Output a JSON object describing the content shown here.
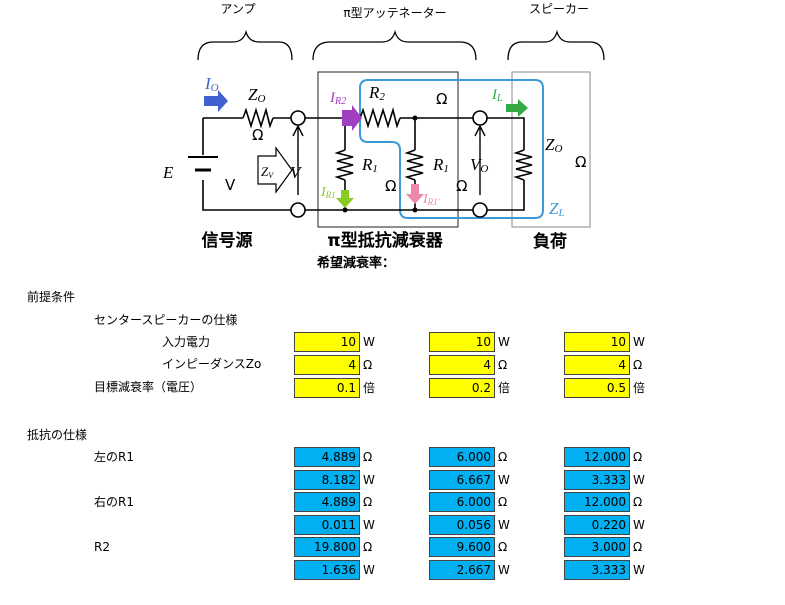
{
  "diagram": {
    "brace_amp": "アンプ",
    "brace_pi": "π型アッテネーター",
    "brace_speaker": "スピーカー",
    "label_Io_main": "I",
    "label_Io_sub": "O",
    "label_Zo_main": "Z",
    "label_Zo_sub": "O",
    "label_omega": "Ω",
    "label_E": "E",
    "label_V_unit": "V",
    "label_Zv_main": "Z",
    "label_Zv_sub": "V",
    "label_V": "V",
    "label_IR2_main": "I",
    "label_IR2_sub": "R2",
    "label_R2_main": "R",
    "label_R2_sub": "2",
    "label_IL_main": "I",
    "label_IL_sub": "L",
    "label_R1_main": "R",
    "label_R1_sub": "1",
    "label_Vo_main": "V",
    "label_Vo_sub": "O",
    "label_IR1_main": "I",
    "label_IR1_sub": "R1",
    "label_IR1p_main": "I",
    "label_IR1p_sub": "R1'",
    "label_ZL_main": "Z",
    "label_ZL_sub": "L",
    "caption_source": "信号源",
    "caption_attenuator": "π型抵抗減衰器",
    "caption_load": "負荷",
    "caption_desired": "希望減衰率：",
    "colors": {
      "purple": "#a040c0",
      "green": "#33aa44",
      "lime": "#88cc22",
      "pink": "#ee88aa",
      "blue_line": "#3b9bd6",
      "navy_arrow": "#4060d0"
    }
  },
  "table": {
    "section_premise": "前提条件",
    "center_speaker_spec": "センタースピーカーの仕様",
    "input_power_label": "入力電力",
    "impedance_label": "インピーダンスZo",
    "target_attenuation_label": "目標減衰率（電圧）",
    "section_resistor": "抵抗の仕様",
    "left_r1_label": "左のR1",
    "right_r1_label": "右のR1",
    "r2_label": "R2",
    "unit_w": "W",
    "unit_ohm": "Ω",
    "unit_times": "倍",
    "columns": [
      {
        "input_power": "10",
        "impedance": "4",
        "attenuation": "0.1",
        "left_r1_ohm": "4.889",
        "left_r1_w": "8.182",
        "right_r1_ohm": "4.889",
        "right_r1_w": "0.011",
        "r2_ohm": "19.800",
        "r2_w": "1.636"
      },
      {
        "input_power": "10",
        "impedance": "4",
        "attenuation": "0.2",
        "left_r1_ohm": "6.000",
        "left_r1_w": "6.667",
        "right_r1_ohm": "6.000",
        "right_r1_w": "0.056",
        "r2_ohm": "9.600",
        "r2_w": "2.667"
      },
      {
        "input_power": "10",
        "impedance": "4",
        "attenuation": "0.5",
        "left_r1_ohm": "12.000",
        "left_r1_w": "3.333",
        "right_r1_ohm": "12.000",
        "right_r1_w": "0.220",
        "r2_ohm": "3.000",
        "r2_w": "3.333"
      }
    ]
  }
}
